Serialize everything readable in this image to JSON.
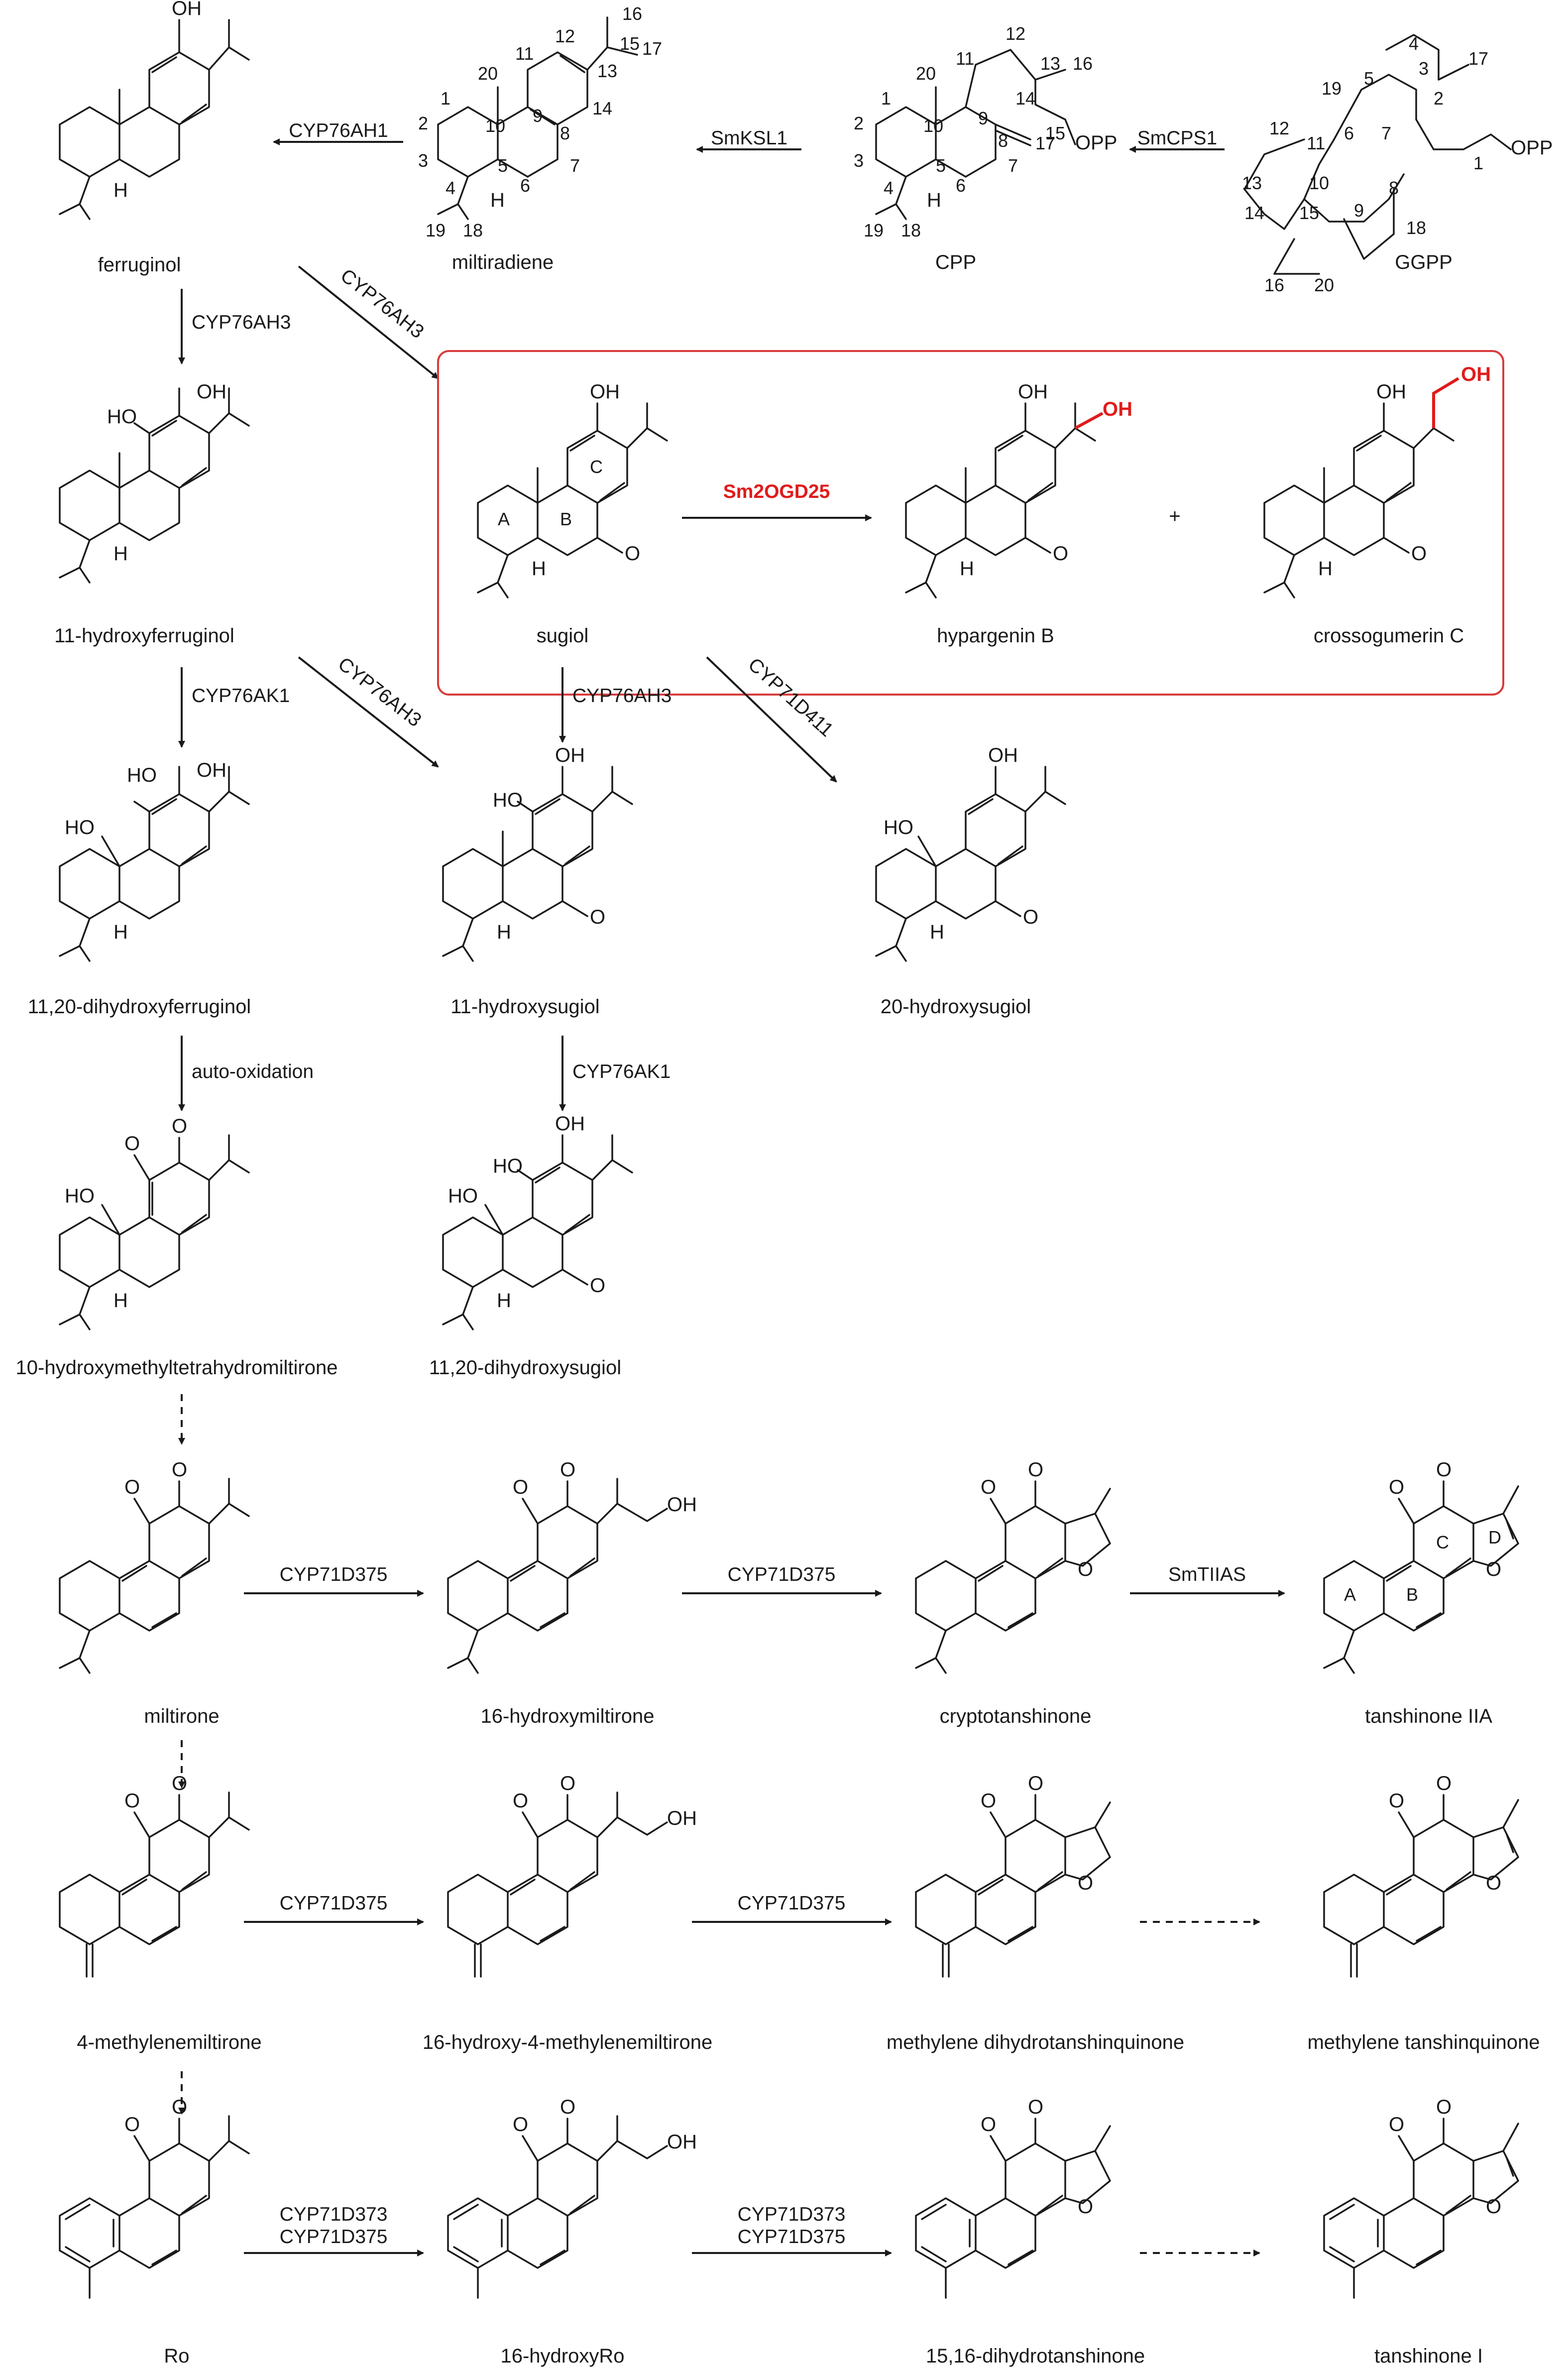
{
  "compounds": [
    {
      "id": "ferruginol",
      "label": "ferruginol",
      "atoms": [
        "OH",
        "H"
      ]
    },
    {
      "id": "miltiradiene",
      "label": "miltiradiene",
      "atoms": [
        "H"
      ],
      "numbers": [
        "1",
        "2",
        "3",
        "4",
        "5",
        "6",
        "7",
        "8",
        "9",
        "10",
        "11",
        "12",
        "13",
        "14",
        "15",
        "16",
        "17",
        "18",
        "19",
        "20"
      ]
    },
    {
      "id": "cpp",
      "label": "CPP",
      "atoms": [
        "OPP",
        "H"
      ],
      "numbers": [
        "1",
        "2",
        "3",
        "4",
        "5",
        "6",
        "7",
        "8",
        "9",
        "10",
        "11",
        "12",
        "13",
        "14",
        "15",
        "16",
        "17",
        "18",
        "19",
        "20"
      ]
    },
    {
      "id": "ggpp",
      "label": "GGPP",
      "atoms": [
        "OPP"
      ],
      "numbers": [
        "1",
        "2",
        "3",
        "4",
        "5",
        "6",
        "7",
        "8",
        "9",
        "10",
        "11",
        "12",
        "13",
        "14",
        "15",
        "16",
        "17",
        "18",
        "19",
        "20"
      ]
    },
    {
      "id": "hydroxyferruginol",
      "label": "11-hydroxyferruginol",
      "atoms": [
        "OH",
        "HO",
        "H"
      ]
    },
    {
      "id": "sugiol",
      "label": "sugiol",
      "atoms": [
        "OH",
        "O",
        "H"
      ],
      "rings": [
        "A",
        "B",
        "C"
      ]
    },
    {
      "id": "hypargenin",
      "label": "hypargenin B",
      "atoms": [
        "OH",
        "OH",
        "O",
        "H"
      ]
    },
    {
      "id": "crossogumerin",
      "label": "crossogumerin C",
      "atoms": [
        "OH",
        "OH",
        "O",
        "H"
      ]
    },
    {
      "id": "dihydroxyferruginol",
      "label": "11,20-dihydroxyferruginol",
      "atoms": [
        "HO",
        "OH",
        "HO",
        "H"
      ]
    },
    {
      "id": "hydroxysugiol11",
      "label": "11-hydroxysugiol",
      "atoms": [
        "HO",
        "OH",
        "O",
        "H"
      ]
    },
    {
      "id": "hydroxysugiol20",
      "label": "20-hydroxysugiol",
      "atoms": [
        "HO",
        "OH",
        "O",
        "H"
      ]
    },
    {
      "id": "hmtm",
      "label": "10-hydroxymethyltetrahydromiltirone",
      "atoms": [
        "O",
        "O",
        "HO",
        "H"
      ]
    },
    {
      "id": "dihydroxysugiol",
      "label": "11,20-dihydroxysugiol",
      "atoms": [
        "HO",
        "OH",
        "HO",
        "O",
        "H"
      ]
    },
    {
      "id": "miltirone",
      "label": "miltirone",
      "atoms": [
        "O",
        "O"
      ]
    },
    {
      "id": "hmiltirone",
      "label": "16-hydroxymiltirone",
      "atoms": [
        "O",
        "O",
        "OH"
      ]
    },
    {
      "id": "cryptotanshinone",
      "label": "cryptotanshinone",
      "atoms": [
        "O",
        "O",
        "O"
      ]
    },
    {
      "id": "tanshinone2a",
      "label": "tanshinone IIA",
      "atoms": [
        "O",
        "O",
        "O"
      ],
      "rings": [
        "A",
        "B",
        "C",
        "D"
      ]
    },
    {
      "id": "methylenemiltirone",
      "label": "4-methylenemiltirone",
      "atoms": [
        "O",
        "O"
      ]
    },
    {
      "id": "hmethylenemiltirone",
      "label": "16-hydroxy-4-methylenemiltirone",
      "atoms": [
        "O",
        "O",
        "OH"
      ]
    },
    {
      "id": "mdhtq",
      "label": "methylene dihydrotanshinquinone",
      "atoms": [
        "O",
        "O",
        "O"
      ]
    },
    {
      "id": "mtq",
      "label": "methylene tanshinquinone",
      "atoms": [
        "O",
        "O",
        "O"
      ]
    },
    {
      "id": "ro",
      "label": "Ro",
      "atoms": [
        "O",
        "O"
      ]
    },
    {
      "id": "hro",
      "label": "16-hydroxyRo",
      "atoms": [
        "O",
        "O",
        "OH"
      ]
    },
    {
      "id": "dht",
      "label": "15,16-dihydrotanshinone",
      "atoms": [
        "O",
        "O",
        "O"
      ]
    },
    {
      "id": "tanshinone1",
      "label": "tanshinone I",
      "atoms": [
        "O",
        "O",
        "O"
      ]
    }
  ],
  "enzymes": {
    "cps1": "SmCPS1",
    "ksl1": "SmKSL1",
    "ah1": "CYP76AH1",
    "ah3a": "CYP76AH3",
    "ah3b": "CYP76AH3",
    "ah3c": "CYP76AH3",
    "ah3d": "CYP76AH3",
    "ak1a": "CYP76AK1",
    "ak1b": "CYP76AK1",
    "d411": "CYP71D411",
    "ogd": "Sm2OGD25",
    "auto": "auto-oxidation",
    "d375a": "CYP71D375",
    "d375b": "CYP71D375",
    "d375c": "CYP71D375",
    "d375d": "CYP71D375",
    "d373a": "CYP71D373",
    "d375e": "CYP71D375",
    "d373b": "CYP71D373",
    "d375f": "CYP71D375",
    "tiias": "SmTIIAS"
  },
  "plus": "+",
  "colors": {
    "highlight": "#e01b1b",
    "box": "#d83b3b",
    "ink": "#1a1a1a"
  }
}
